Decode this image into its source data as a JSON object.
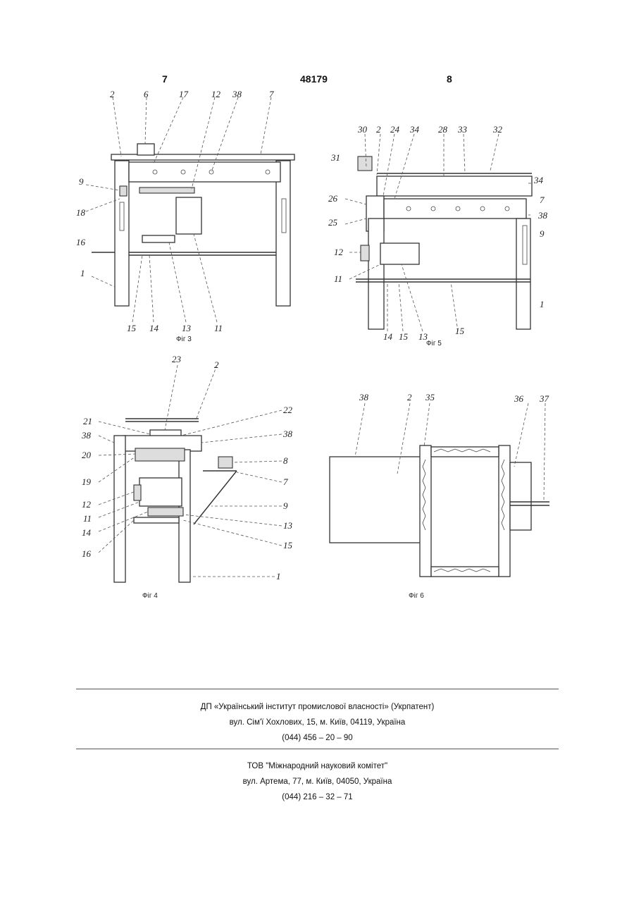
{
  "header": {
    "left_page": "7",
    "doc_number": "48179",
    "right_page": "8"
  },
  "figures": [
    {
      "caption": "Фіг 3",
      "labels": [
        "2",
        "6",
        "17",
        "12",
        "38",
        "7",
        "9",
        "18",
        "16",
        "1",
        "15",
        "14",
        "13",
        "11"
      ]
    },
    {
      "caption": "Фіг 5",
      "labels": [
        "30",
        "2",
        "24",
        "34",
        "28",
        "33",
        "32",
        "31",
        "26",
        "25",
        "12",
        "11",
        "34",
        "7",
        "38",
        "9",
        "14",
        "15",
        "13",
        "15",
        "1"
      ]
    },
    {
      "caption": "Фіг 4",
      "labels": [
        "23",
        "2",
        "21",
        "22",
        "38",
        "38",
        "20",
        "8",
        "19",
        "7",
        "12",
        "11",
        "9",
        "14",
        "13",
        "16",
        "15",
        "1"
      ]
    },
    {
      "caption": "Фіг 6",
      "labels": [
        "38",
        "2",
        "35",
        "36",
        "37"
      ]
    }
  ],
  "footer": {
    "block1": {
      "org": "ДП «Український інститут промислової власності» (Укрпатент)",
      "address": "вул. Сім'ї Хохлових, 15, м. Київ, 04119, Україна",
      "phone": "(044) 456 – 20 – 90"
    },
    "block2": {
      "org": "ТОВ \"Міжнародний науковий комітет\"",
      "address": "вул. Артема, 77, м. Київ, 04050, Україна",
      "phone": "(044) 216 – 32 – 71"
    }
  }
}
